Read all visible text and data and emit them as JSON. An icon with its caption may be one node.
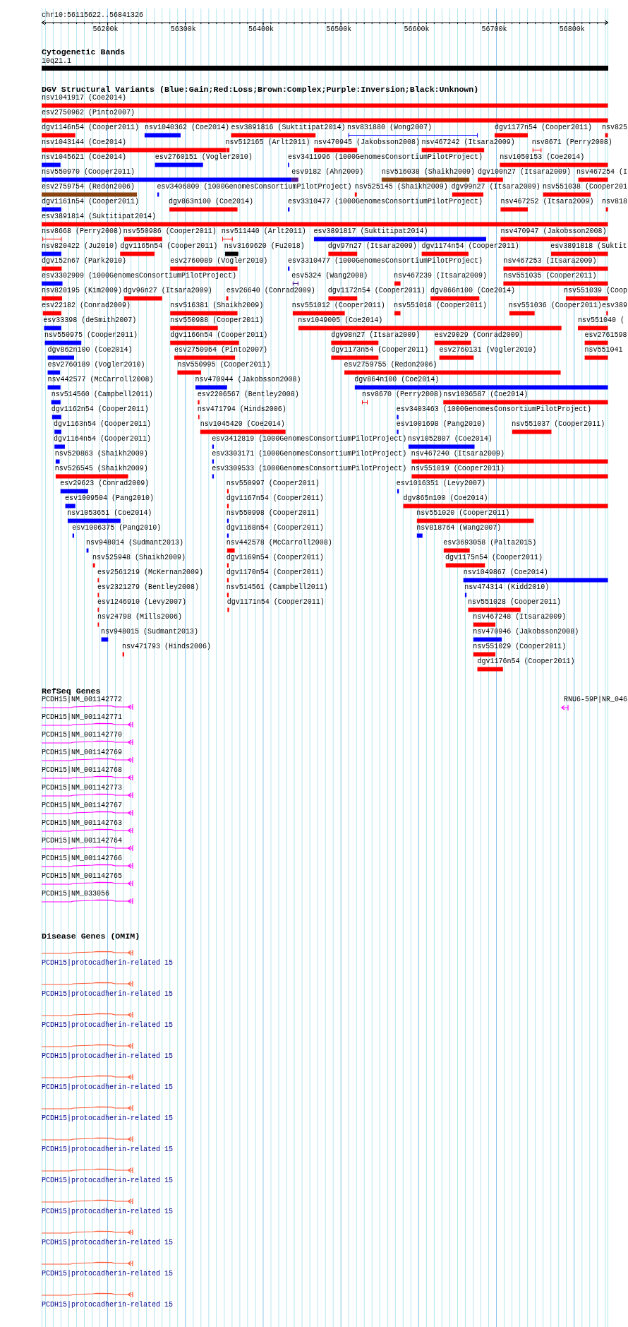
{
  "diagram": {
    "labels": [
      "chr10:56115622..56841326",
      "56200k",
      "56300k",
      "56400k",
      "56500k",
      "56600k",
      "56700k",
      "56800k",
      "Cytogenetic Bands",
      "10q21.1",
      "DGV Structural Variants (Blue:Gain;Red:Loss;Brown:Complex;Purple:Inversion;Black:Unknown)",
      "nsv1041917 (Coe2014)",
      "esv2750962 (Pinto2007)",
      "dgv1146n54 (Cooper2011)",
      "nsv1040362 (Coe2014)",
      "esv3891816 (Suktitipat2014)",
      "nsv831880 (Wong2007)",
      "dgv1177n54 (Cooper2011)",
      "nsv825",
      "nsv1043144 (Coe2014)",
      "nsv512165 (Arlt2011)",
      "nsv470945 (Jakobsson2008)",
      "nsv467242 (Itsara2009)",
      "nsv8671 (Perry2008)",
      "nsv1045621 (Coe2014)",
      "esv2760151 (Vogler2010)",
      "esv3411996 (1000GenomesConsortiumPilotProject)",
      "nsv1050153 (Coe2014)",
      "nsv550970 (Cooper2011)",
      "esv9182 (Ahn2009)",
      "nsv516038 (Shaikh2009)",
      "dgv100n27 (Itsara2009)",
      "nsv467254 (I",
      "esv2759754 (Redon2006)",
      "esv3406809 (1000GenomesConsortiumPilotProject)",
      "nsv525145 (Shaikh2009)",
      "dgv99n27 (Itsara2009)",
      "nsv551038 (Cooper201",
      "dgv1161n54 (Cooper2011)",
      "dgv863n100 (Coe2014)",
      "esv3310477 (1000GenomesConsortiumPilotProject)",
      "nsv467252 (Itsara2009)",
      "nsv818",
      "esv3891814 (Suktitipat2014)",
      "nsv8668 (Perry2008)",
      "nsv550986 (Cooper2011)",
      "nsv511440 (Arlt2011)",
      "esv3891817 (Suktitipat2014)",
      "nsv470947 (Jakobsson2008)",
      "nsv820422 (Ju2010)",
      "dgv1165n54 (Cooper2011)",
      "nsv3169620 (Fu2018)",
      "dgv97n27 (Itsara2009)",
      "dgv1174n54 (Cooper2011)",
      "esv3891818 (Suktit",
      "dgv152n67 (Park2010)",
      "esv2760089 (Vogler2010)",
      "esv3310477 (1000GenomesConsortiumPilotProject)",
      "nsv467253 (Itsara2009)",
      "esv3302909 (1000GenomesConsortiumPilotProject)",
      "esv5324 (Wang2008)",
      "nsv467239 (Itsara2009)",
      "nsv551035 (Cooper2011)",
      "nsv820195 (Kim2009)",
      "dgv96n27 (Itsara2009)",
      "esv26640 (Conrad2009)",
      "dgv1172n54 (Cooper2011)",
      "dgv866n100 (Coe2014)",
      "nsv551039 (Coop",
      "esv22182 (Conrad2009)",
      "nsv516381 (Shaikh2009)",
      "nsv551012 (Cooper2011)",
      "nsv551018 (Cooper2011)",
      "nsv551036 (Cooper2011)",
      "esv389",
      "esv33398 (deSmith2007)",
      "nsv550988 (Cooper2011)",
      "nsv1049005 (Coe2014)",
      "nsv551040 (",
      "nsv550975 (Cooper2011)",
      "dgv1166n54 (Cooper2011)",
      "dgv98n27 (Itsara2009)",
      "esv29029 (Conrad2009)",
      "esv2761598",
      "dgv862n100 (Coe2014)",
      "esv2750964 (Pinto2007)",
      "dgv1173n54 (Cooper2011)",
      "esv2760131 (Vogler2010)",
      "nsv551041",
      "esv2760189 (Vogler2010)",
      "nsv550995 (Cooper2011)",
      "esv2759755 (Redon2006)",
      "nsv442577 (McCarroll2008)",
      "nsv470944 (Jakobsson2008)",
      "dgv864n100 (Coe2014)",
      "nsv514560 (Campbell2011)",
      "esv2206567 (Bentley2008)",
      "nsv8670 (Perry2008)",
      "nsv1036587 (Coe2014)",
      "dgv1162n54 (Cooper2011)",
      "nsv471794 (Hinds2006)",
      "esv3403463 (1000GenomesConsortiumPilotProject)",
      "dgv1163n54 (Cooper2011)",
      "nsv1045420 (Coe2014)",
      "esv1001698 (Pang2010)",
      "nsv551037 (Cooper2011)",
      "dgv1164n54 (Cooper2011)",
      "esv3412819 (1000GenomesConsortiumPilotProject)",
      "nsv1052807 (Coe2014)",
      "nsv520863 (Shaikh2009)",
      "esv3303171 (1000GenomesConsortiumPilotProject)",
      "nsv467240 (Itsara2009)",
      "nsv526545 (Shaikh2009)",
      "esv3309533 (1000GenomesConsortiumPilotProject)",
      "nsv551019 (Cooper2011)",
      "esv29623 (Conrad2009)",
      "nsv550997 (Cooper2011)",
      "esv1016351 (Levy2007)",
      "esv1009504 (Pang2010)",
      "dgv1167n54 (Cooper2011)",
      "dgv865n100 (Coe2014)",
      "nsv1053651 (Coe2014)",
      "nsv550998 (Cooper2011)",
      "nsv551020 (Cooper2011)",
      "esv1006375 (Pang2010)",
      "dgv1168n54 (Cooper2011)",
      "nsv818764 (Wang2007)",
      "nsv948014 (Sudmant2013)",
      "nsv442578 (McCarroll2008)",
      "esv3693058 (Palta2015)",
      "nsv525948 (Shaikh2009)",
      "dgv1169n54 (Cooper2011)",
      "dgv1175n54 (Cooper2011)",
      "esv2561219 (McKernan2009)",
      "dgv1170n54 (Cooper2011)",
      "nsv1049867 (Coe2014)",
      "esv2321279 (Bentley2008)",
      "nsv514561 (Campbell2011)",
      "nsv474314 (Kidd2010)",
      "esv1246910 (Levy2007)",
      "dgv1171n54 (Cooper2011)",
      "nsv551028 (Cooper2011)",
      "nsv24798 (Mills2006)",
      "nsv467248 (Itsara2009)",
      "nsv948015 (Sudmant2013)",
      "nsv470946 (Jakobsson2008)",
      "nsv471793 (Hinds2006)",
      "nsv551029 (Cooper2011)",
      "dgv1176n54 (Cooper2011)",
      "RefSeq Genes",
      "PCDH15|NM_001142772",
      "RNU6-59P|NR_046",
      "PCDH15|NM_001142771",
      "PCDH15|NM_001142770",
      "PCDH15|NM_001142769",
      "PCDH15|NM_001142768",
      "PCDH15|NM_001142773",
      "PCDH15|NM_001142767",
      "PCDH15|NM_001142763",
      "PCDH15|NM_001142764",
      "PCDH15|NM_001142766",
      "PCDH15|NM_001142765",
      "PCDH15|NM_033056",
      "Disease Genes (OMIM)",
      "PCDH15|protocadherin-related 15",
      "PCDH15|protocadherin-related 15",
      "PCDH15|protocadherin-related 15",
      "PCDH15|protocadherin-related 15",
      "PCDH15|protocadherin-related 15",
      "PCDH15|protocadherin-related 15",
      "PCDH15|protocadherin-related 15",
      "PCDH15|protocadherin-related 15",
      "PCDH15|protocadherin-related 15",
      "PCDH15|protocadherin-related 15",
      "PCDH15|protocadherin-related 15",
      "PCDH15|protocadherin-related 15"
    ]
  }
}
